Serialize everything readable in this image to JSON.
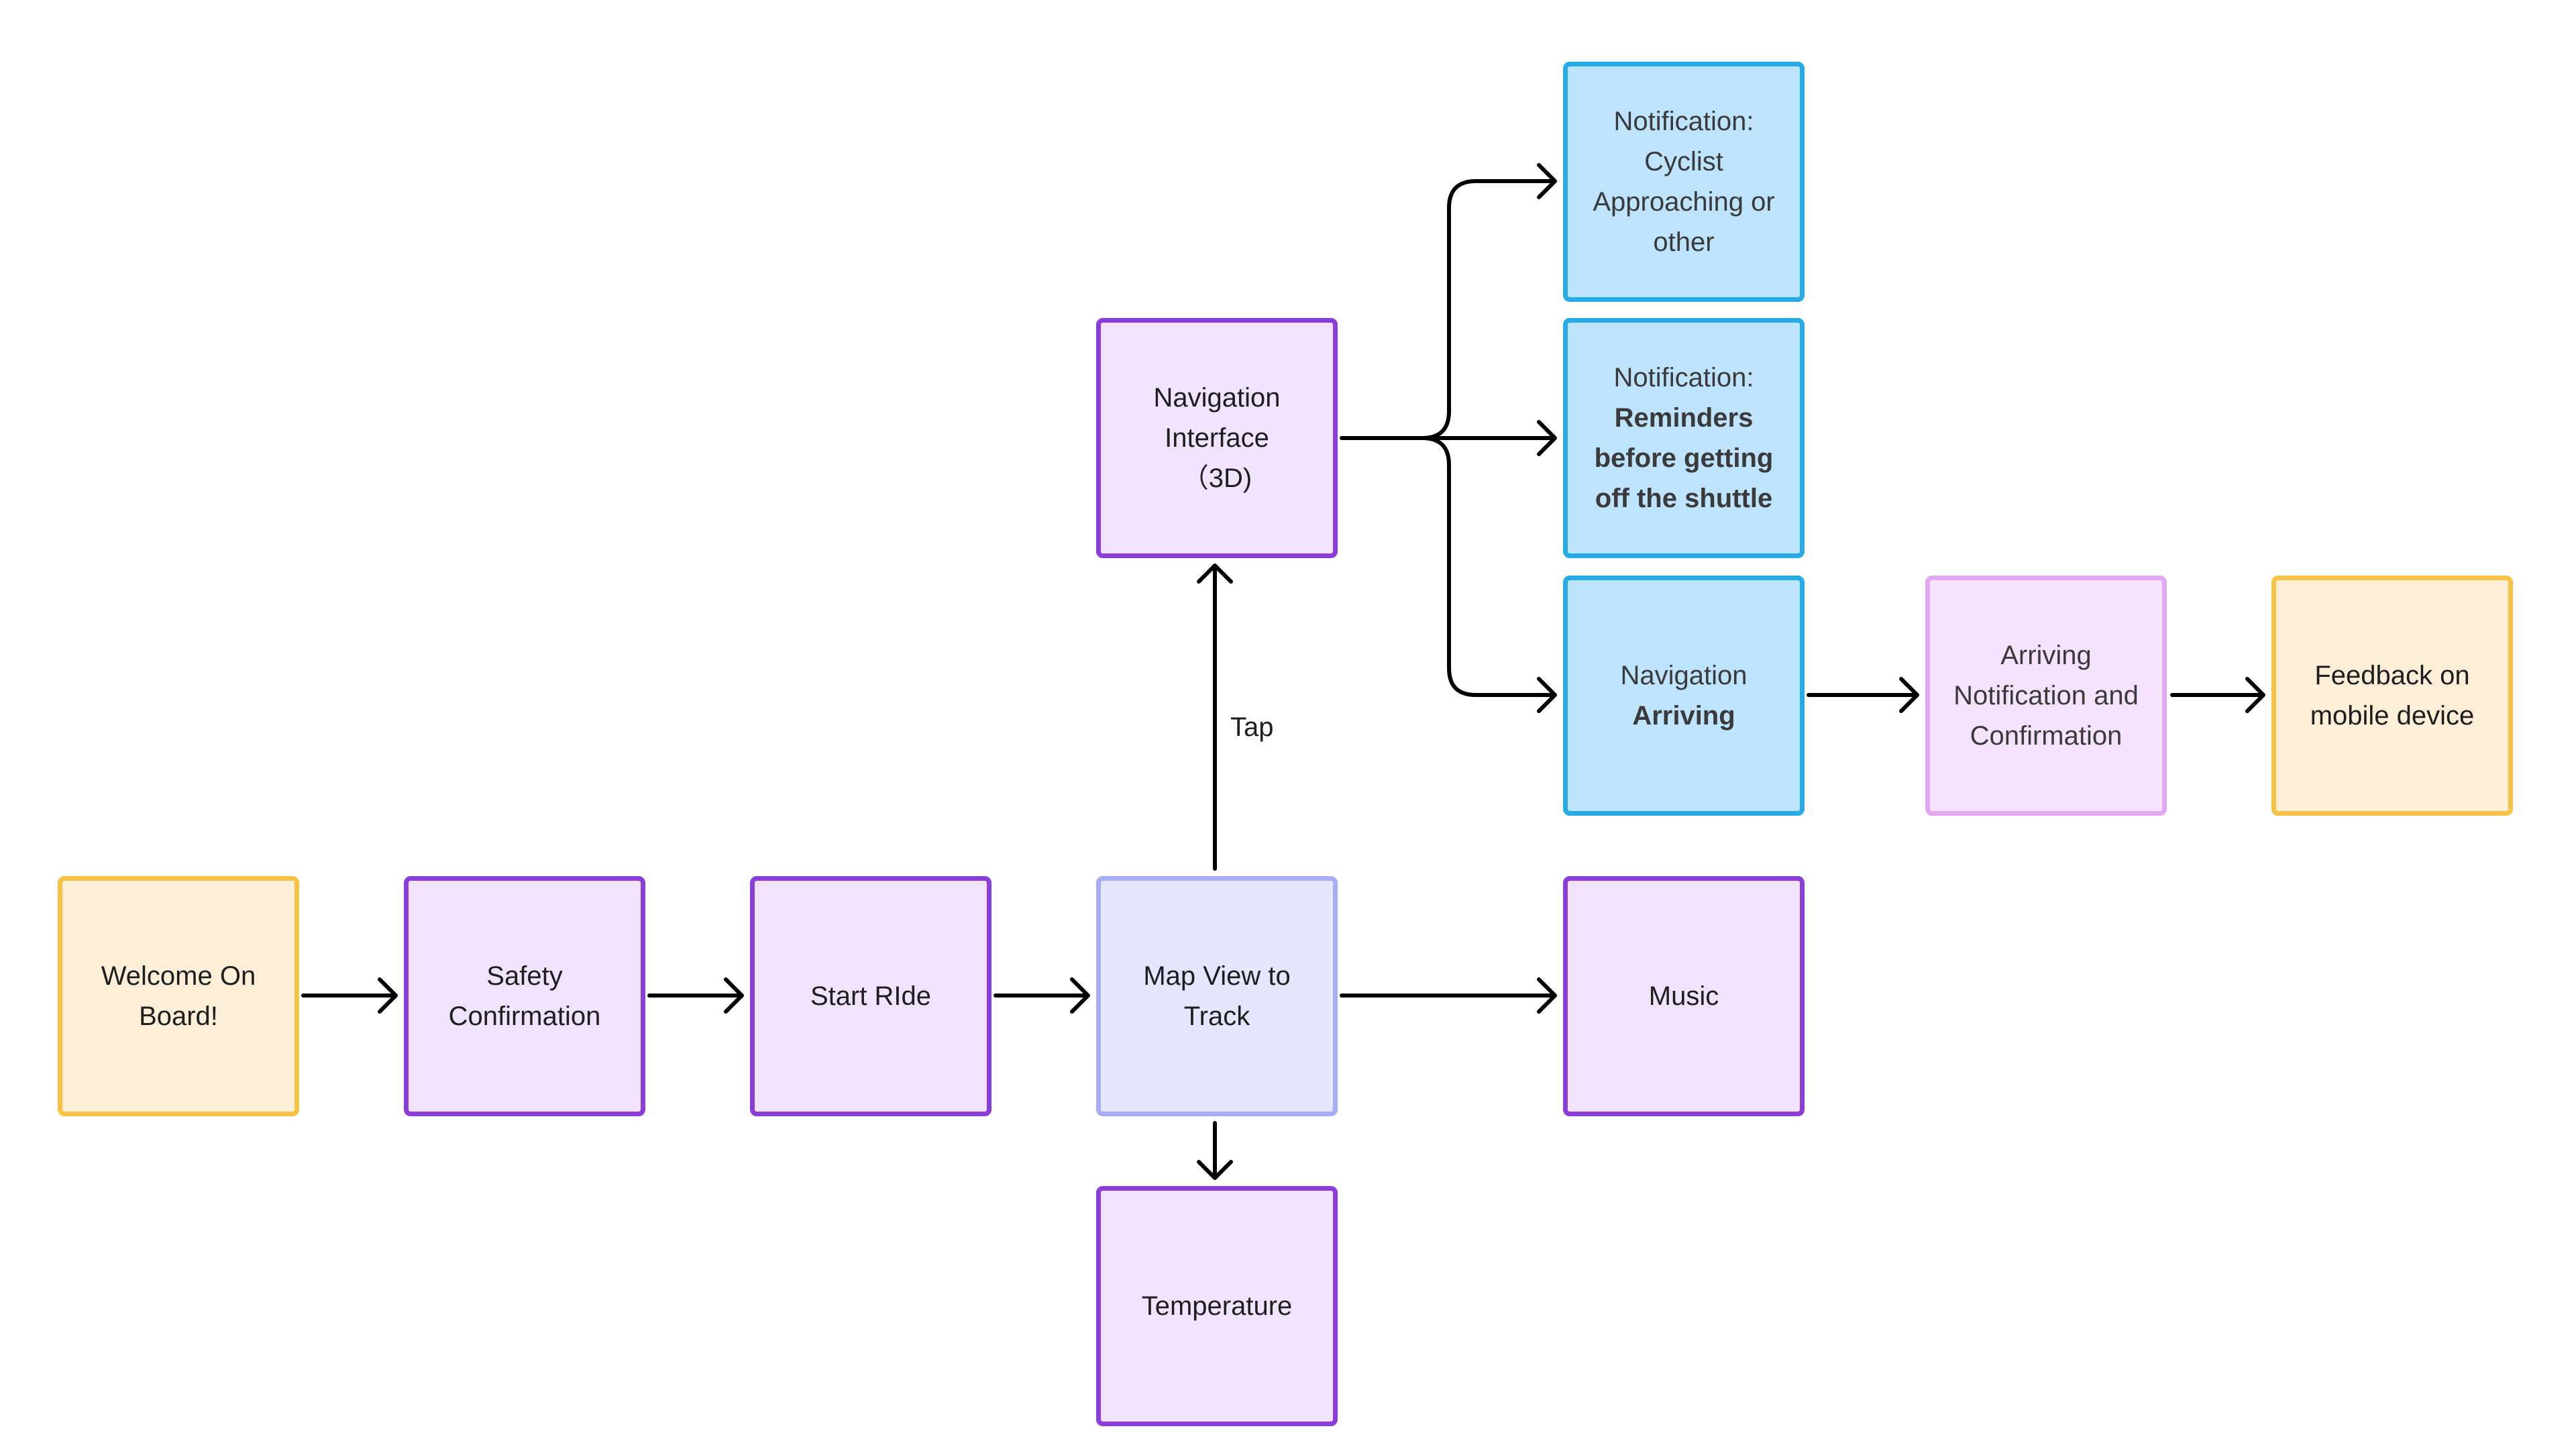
{
  "nodes": {
    "welcome": "Welcome On Board!",
    "safety": "Safety Confirmation",
    "start_ride": "Start RIde",
    "map_view": "Map View to Track",
    "navigation_3d": {
      "line1": "Navigation Interface",
      "line2": "（3D)"
    },
    "temperature": "Temperature",
    "music": "Music",
    "notif_cyclist": "Notification: Cyclist Approaching or other",
    "notif_reminders": {
      "prefix": "Notification:",
      "bold": "Reminders before getting off the shuttle"
    },
    "nav_arriving": {
      "prefix": "Navigation",
      "bold": "Arriving"
    },
    "arriving_notification": "Arriving Notification and Confirmation",
    "feedback": "Feedback on mobile device"
  },
  "edges": {
    "tap_label": "Tap"
  },
  "colors": {
    "start_end_fill": "#fdeed8",
    "start_end_border": "#f8c244",
    "step_fill": "#f1e3fd",
    "step_border": "#8a3dd8",
    "map_fill": "#e5e6fd",
    "map_border": "#a8aef6",
    "notification_fill": "#bde3fd",
    "notification_border": "#27abe7",
    "arriving_fill": "#f5e3fd",
    "arriving_border": "#e2a8f3",
    "connector": "#000000"
  }
}
